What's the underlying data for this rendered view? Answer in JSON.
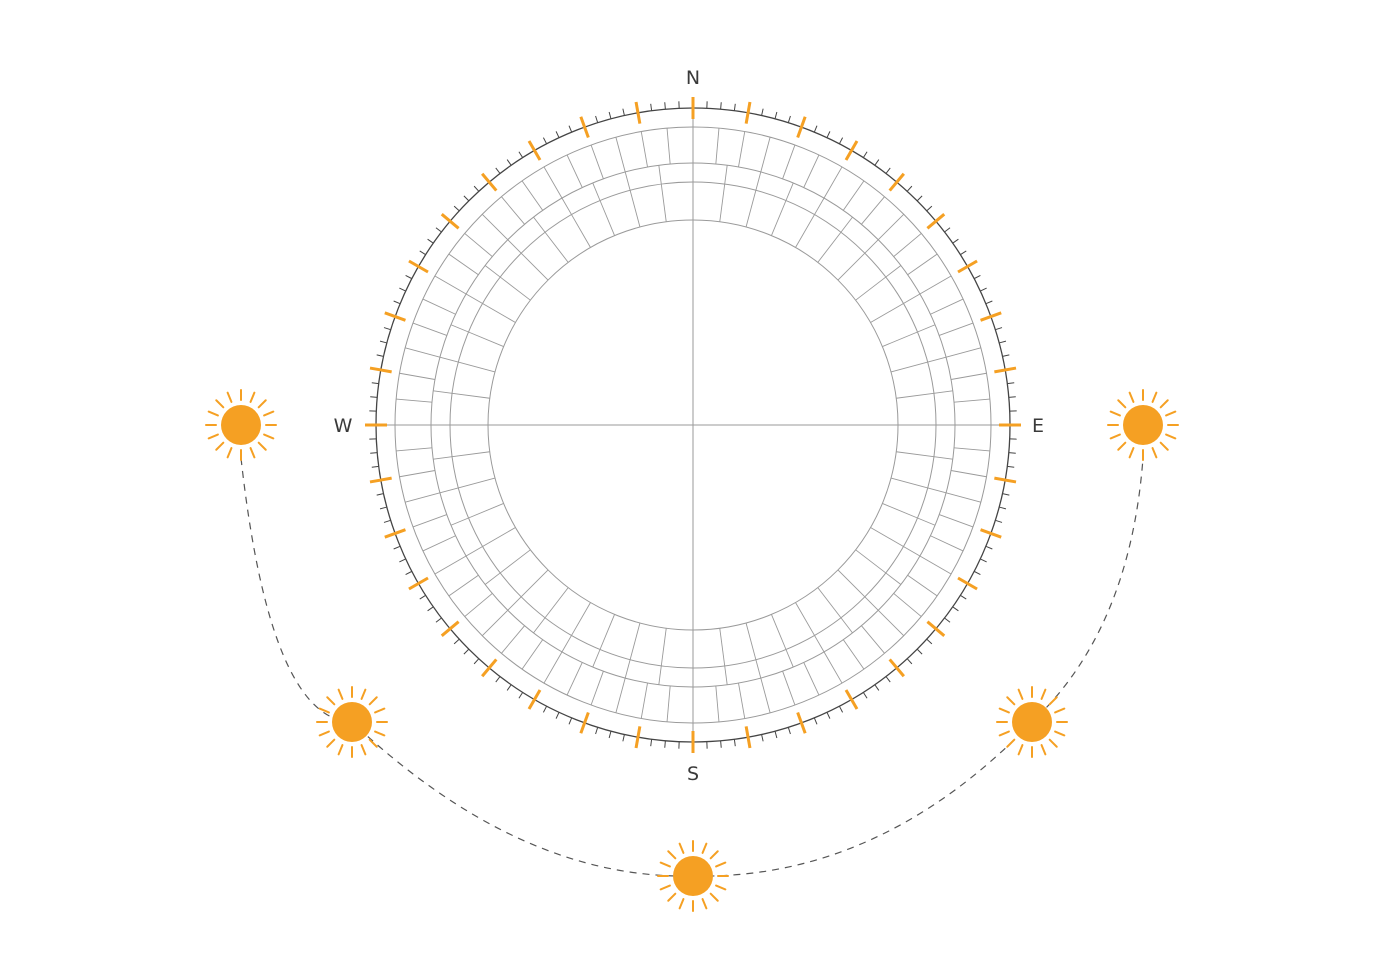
{
  "compass": {
    "labels": {
      "north": "N",
      "east": "E",
      "south": "S",
      "west": "W"
    },
    "minor_tick_step_deg": 2.5,
    "major_tick_step_deg": 10
  },
  "sun_path": {
    "positions": [
      "sunrise",
      "morning",
      "noon",
      "afternoon",
      "sunset"
    ]
  },
  "colors": {
    "accent": "#f5a023",
    "outline": "#444444",
    "grid": "#9a9a9a",
    "path": "#555555",
    "text": "#3a3a3a",
    "background": "#ffffff"
  }
}
